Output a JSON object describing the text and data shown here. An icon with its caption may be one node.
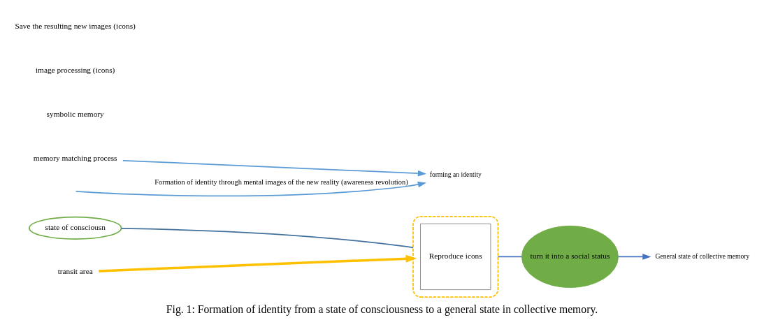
{
  "diagram": {
    "caption": "Fig. 1: Formation of identity from a state of consciousness to a general state in collective memory.",
    "nodes": [
      {
        "text": [
          "state of consciousn"
        ]
      },
      {
        "text": [],
        "shape": "box"
      },
      {
        "text": [
          "Reproduce icons"
        ],
        "in": 1
      },
      {
        "text": [
          "turn it into a social status"
        ]
      },
      {
        "text": [
          "General state of collective memory"
        ]
      },
      {
        "text": [
          "transit area"
        ]
      },
      {
        "text": [
          "memory matching process"
        ]
      },
      {
        "text": [
          "forming an identity"
        ]
      }
    ],
    "edges": [
      {
        "from": 0,
        "to": 1,
        "arrow": "none",
        "color": "#41719c"
      },
      {
        "from": 1,
        "to": 3,
        "arrow": "none"
      },
      {
        "from": 3,
        "to": 4,
        "arrow": "to"
      },
      {
        "from": 5,
        "to": 1,
        "arrow": "to",
        "style": "thick",
        "color": "#ffc000"
      },
      {
        "from": 6,
        "to": 7,
        "arrow": "to",
        "color": "#5b9bd5"
      },
      {
        "from": null,
        "to": 7,
        "arrow": "to",
        "label": "Formation of identity through mental images of the new reality (awareness revolution)",
        "color": "#5b9bd5"
      }
    ],
    "labels": [
      "symbolic memory",
      "image processing (icons)",
      "Save the resulting new images (icons)"
    ]
  }
}
